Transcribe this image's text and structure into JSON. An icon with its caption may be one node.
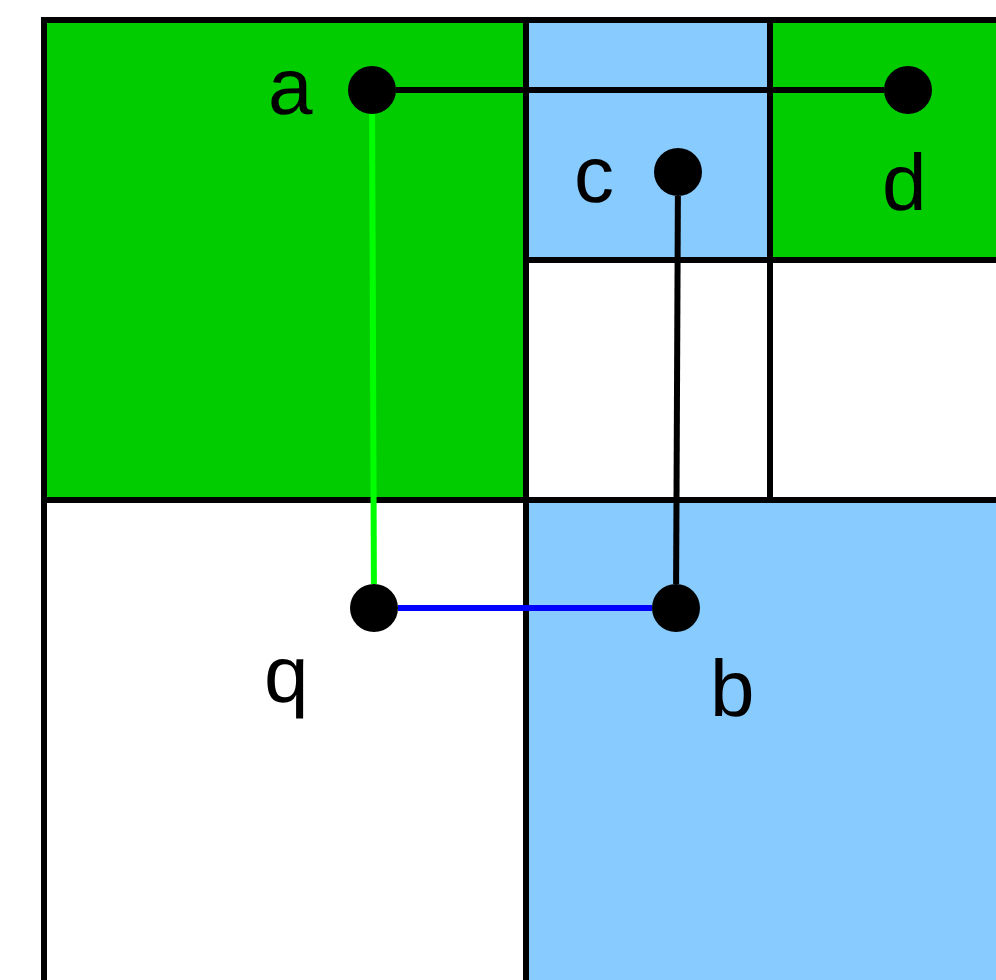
{
  "diagram": {
    "nodes": [
      {
        "text": [
          "a"
        ]
      },
      {
        "text": [
          "d"
        ]
      },
      {
        "text": [
          "c"
        ]
      },
      {
        "text": [
          "q"
        ]
      },
      {
        "text": [
          "b"
        ]
      }
    ],
    "edges": [
      {
        "from": 0,
        "to": 1,
        "arrow": "none"
      },
      {
        "from": 2,
        "to": 4,
        "arrow": "none"
      },
      {
        "from": 0,
        "to": 3,
        "arrow": "none",
        "color": "#00ff00"
      },
      {
        "from": 3,
        "to": 4,
        "arrow": "none",
        "color": "#0000ff"
      }
    ]
  }
}
